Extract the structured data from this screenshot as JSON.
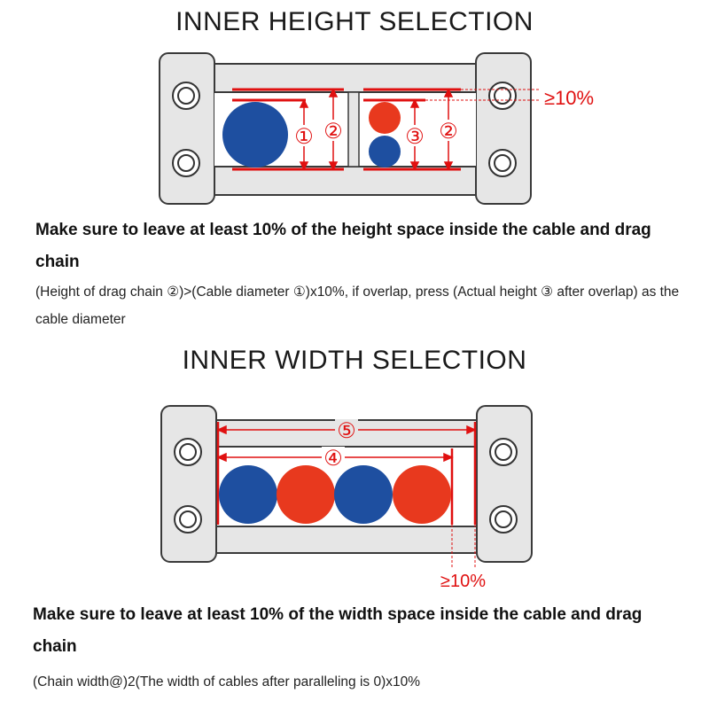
{
  "height_section": {
    "title": "INNER HEIGHT SELECTION",
    "percent_label": "≥10%",
    "circled_1": "①",
    "circled_2": "②",
    "circled_3": "③",
    "bold_text": "Make sure to leave at least 10% of the height space inside the cable and drag chain",
    "small_text": "(Height of drag chain ②)>(Cable diameter ①)x10%, if overlap, press (Actual height ③ after overlap) as the cable diameter"
  },
  "width_section": {
    "title": "INNER WIDTH SELECTION",
    "percent_label": "≥10%",
    "circled_5": "⑤",
    "circled_4": "④",
    "bold_text": "Make sure to leave at least 10% of the width space inside the cable and drag chain",
    "small_text": "(Chain width@)2(The width of cables after paralleling is 0)x10%"
  },
  "colors": {
    "chain_fill": "#e6e6e6",
    "chain_stroke": "#3a3a3a",
    "cable_blue": "#1e4fa0",
    "cable_red": "#e8391e",
    "dimension_red": "#e01010"
  }
}
